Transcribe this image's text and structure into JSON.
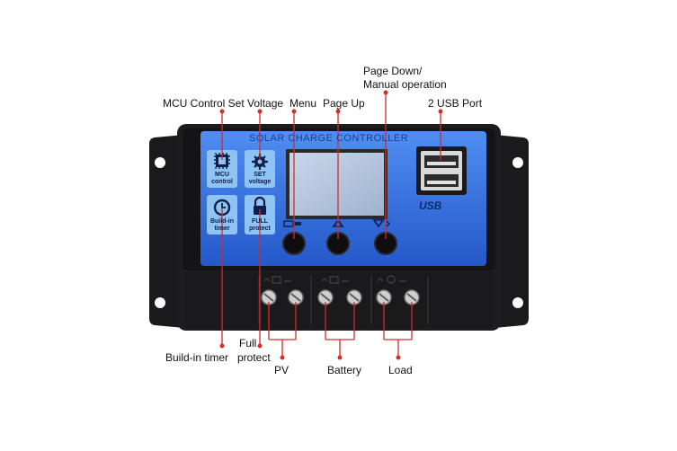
{
  "device": {
    "header_text": "SOLAR CHARGE CONTROLLER",
    "usb_badge": "USB",
    "icons": [
      {
        "name": "mcu-icon",
        "line1": "MCU",
        "line2": "control"
      },
      {
        "name": "gear-icon",
        "line1": "SET",
        "line2": "voltage"
      },
      {
        "name": "clock-icon",
        "line1": "Build-in",
        "line2": "timer"
      },
      {
        "name": "lock-icon",
        "line1": "FULL",
        "line2": "protect"
      }
    ],
    "buttons": [
      "menu",
      "page-up",
      "page-down"
    ],
    "terminals": 6
  },
  "callouts": {
    "mcu_set_voltage": "MCU Control Set Voltage",
    "menu": "Menu",
    "page_up": "Page Up",
    "page_down_line1": "Page Down/",
    "page_down_line2": "Manual operation",
    "usb_port": "2 USB Port",
    "build_in_timer": "Build-in timer",
    "full_protect_line1": "Full",
    "full_protect_line2": "protect",
    "pv": "PV",
    "battery": "Battery",
    "load": "Load"
  },
  "colors": {
    "panel_blue": "#2f6fe0",
    "housing": "#1c1c1e",
    "callout_red": "#d42a2a"
  }
}
